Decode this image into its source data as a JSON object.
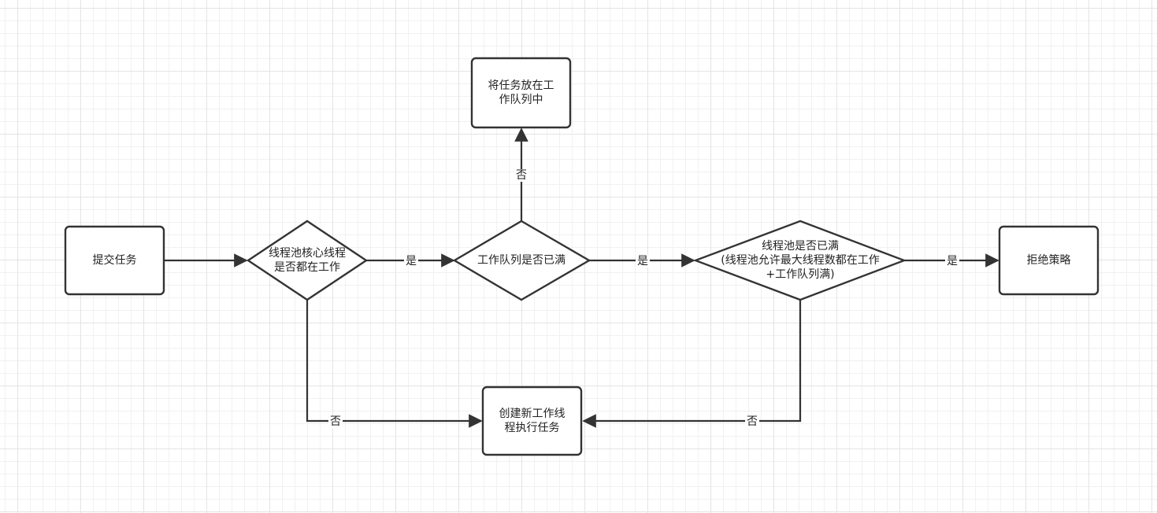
{
  "nodes": {
    "submit": "提交任务",
    "core_check": "线程池核心线程\n是否都在工作",
    "queue_check": "工作队列是否已满",
    "queue_put": "将任务放在工\n作队列中",
    "max_check": "线程池是否已满\n(线程池允许最大线程数都在工作\n+工作队列满)",
    "reject": "拒绝策略",
    "create_worker": "创建新工作线\n程执行任务"
  },
  "edges": {
    "core_yes": "是",
    "core_no": "否",
    "queue_yes": "是",
    "queue_no": "否",
    "max_yes": "是",
    "max_no": "否"
  },
  "colors": {
    "stroke": "#333333",
    "fill": "#ffffff",
    "grid": "#e4e4e4"
  }
}
